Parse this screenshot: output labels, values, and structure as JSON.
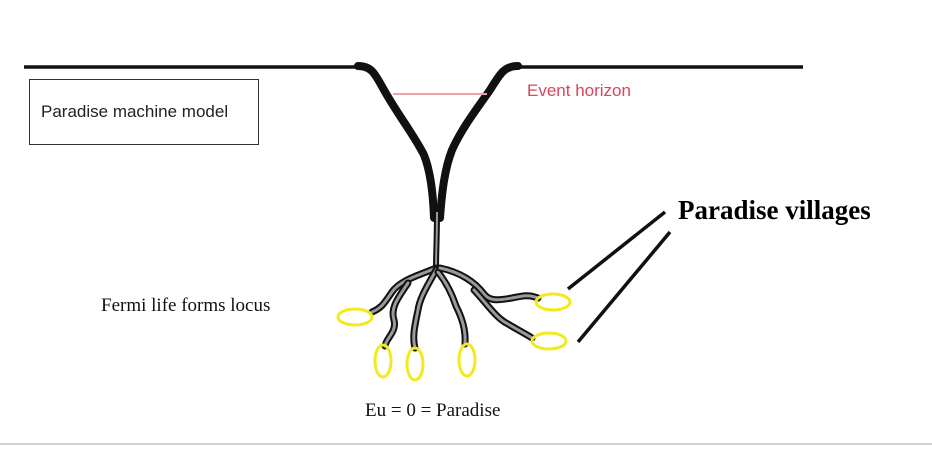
{
  "labels": {
    "model_title": "Paradise machine model",
    "event_horizon": "Event horizon",
    "paradise_villages": "Paradise villages",
    "fermi_locus": "Fermi life forms locus",
    "paradise_equation": "Eu = 0 = Paradise"
  },
  "colors": {
    "funnel": "#111111",
    "event_horizon_line": "#f0a0a8",
    "event_horizon_text": "#d9455a",
    "village_ring": "#f2ea1c",
    "root_outline": "#111111",
    "root_fill": "#9a9a9a"
  }
}
